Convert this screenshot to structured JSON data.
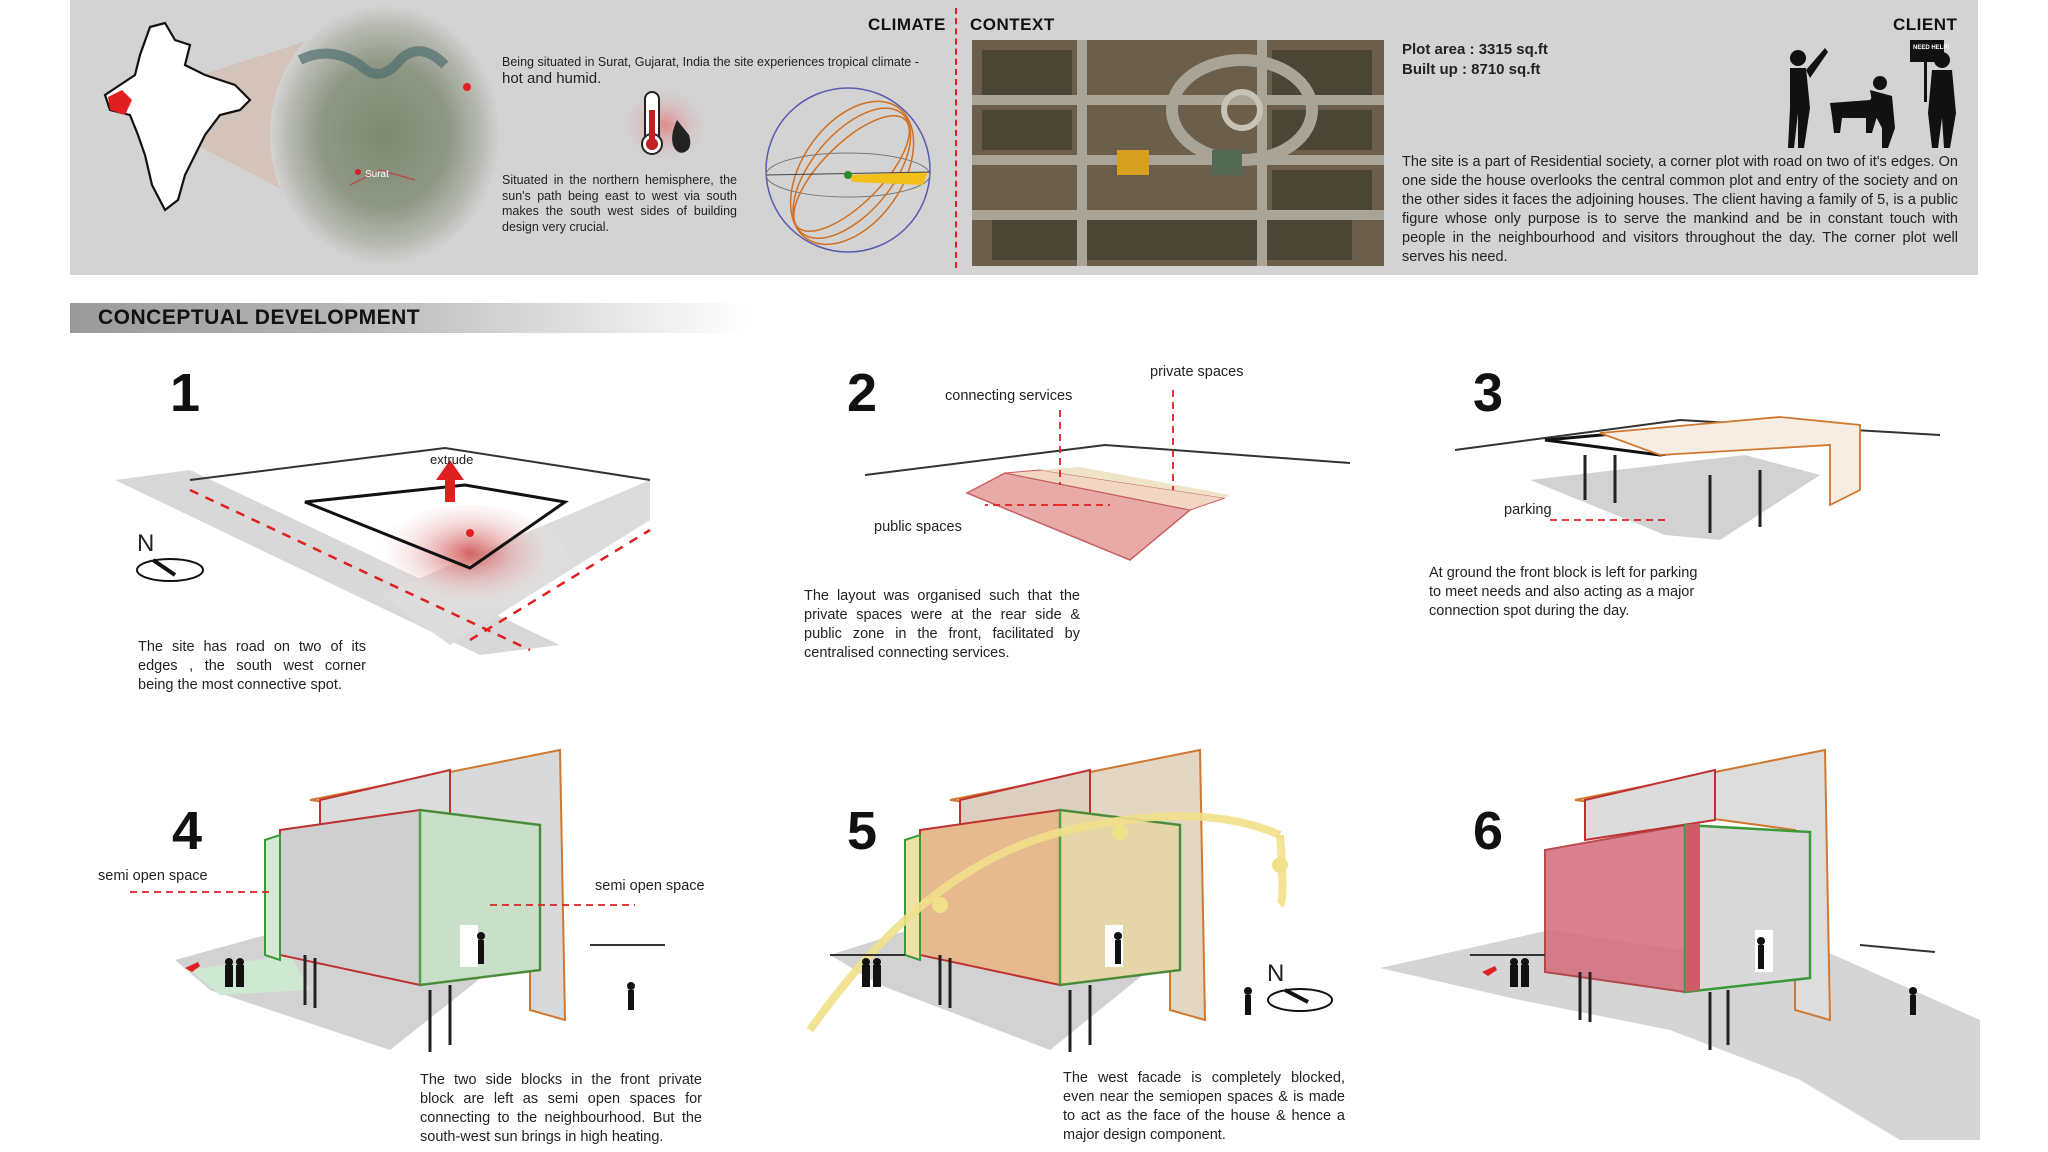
{
  "header": {
    "climate_title": "CLIMATE",
    "context_title": "CONTEXT",
    "client_title": "CLIENT",
    "climate_text_1": "Being situated in Surat, Gujarat, India the site experiences tropical climate -",
    "climate_text_1b": "hot and humid.",
    "climate_text_2": "Situated in the northern hemisphere, the sun's path being east to west via south makes the south west sides of building design very crucial.",
    "map_city_label": "Surat",
    "plot_area": "Plot area :  3315 sq.ft",
    "built_up": "Built up : 8710 sq.ft",
    "client_text": "The site is a part of Residential society, a corner plot with road on two of it's edges. On one side the house overlooks the central common plot and entry of the society and on the other sides it faces the adjoining houses. The client having a family of 5, is a public figure whose only purpose is to serve the mankind and be in constant touch with people in the neighbourhood and visitors throughout the day. The corner plot well serves his need.",
    "sign_text": "NEED HELP!"
  },
  "section": {
    "title": "CONCEPTUAL DEVELOPMENT"
  },
  "steps": [
    {
      "num": "1",
      "label_extrude": "extrude",
      "north": "N",
      "text": "The site has road on two of its edges , the south west corner being the most connective spot."
    },
    {
      "num": "2",
      "label_connecting": "connecting services",
      "label_private": "private spaces",
      "label_public": "public spaces",
      "text": "The layout was organised such that the private spaces were at the rear side & public zone in the front, facilitated by centralised connecting services."
    },
    {
      "num": "3",
      "label_parking": "parking",
      "text": "At ground the front block is left for parking to meet needs and also acting as a major connection spot during the day."
    },
    {
      "num": "4",
      "label_semi_left": "semi open space",
      "label_semi_right": "semi open space",
      "text": "The two side blocks in the front private block are left as semi open spaces for connecting to the neighbourhood. But the south-west sun brings in high heating."
    },
    {
      "num": "5",
      "north": "N",
      "text": "The west facade is completely blocked, even near the semiopen spaces & is made to act as the face of the house & hence a major design component."
    },
    {
      "num": "6"
    }
  ],
  "colors": {
    "accent_red": "#e02020",
    "band": "#d3d3d3",
    "green": "#3a9a3a",
    "orange": "#d07830",
    "sun": "#f1e08a"
  }
}
